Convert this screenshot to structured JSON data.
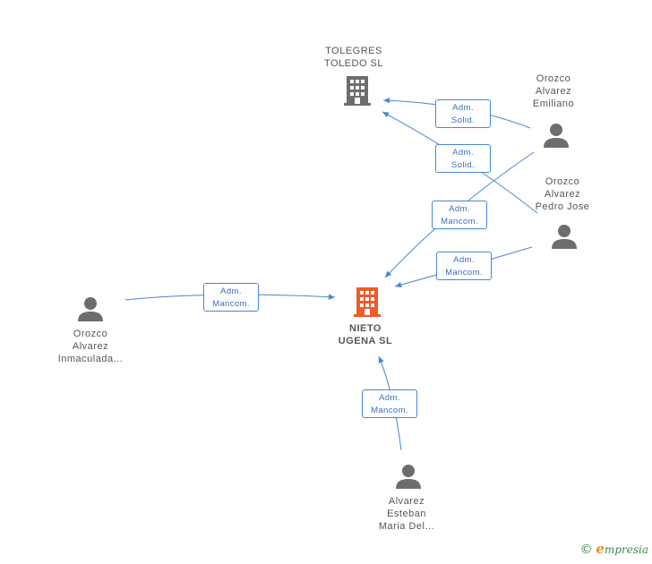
{
  "nodes": {
    "tolegres": {
      "lines": [
        "TOLEGRES",
        "TOLEDO SL"
      ]
    },
    "nieto": {
      "lines": [
        "NIETO",
        "UGENA SL"
      ]
    },
    "emiliano": {
      "lines": [
        "Orozco",
        "Alvarez",
        "Emiliano"
      ]
    },
    "pedro": {
      "lines": [
        "Orozco",
        "Alvarez",
        "Pedro Jose"
      ]
    },
    "inmaculada": {
      "lines": [
        "Orozco",
        "Alvarez",
        "Inmaculada..."
      ]
    },
    "esteban": {
      "lines": [
        "Alvarez",
        "Esteban",
        "Maria Del..."
      ]
    }
  },
  "edges": [
    {
      "id": "emiliano-tolegres",
      "lines": [
        "Adm.",
        "Solid."
      ]
    },
    {
      "id": "pedro-tolegres",
      "lines": [
        "Adm.",
        "Solid."
      ]
    },
    {
      "id": "emiliano-nieto",
      "lines": [
        "Adm.",
        "Mancom."
      ]
    },
    {
      "id": "pedro-nieto",
      "lines": [
        "Adm.",
        "Mancom."
      ]
    },
    {
      "id": "inmaculada-nieto",
      "lines": [
        "Adm.",
        "Mancom."
      ]
    },
    {
      "id": "esteban-nieto",
      "lines": [
        "Adm.",
        "Mancom."
      ]
    }
  ],
  "colors": {
    "edge": "#4a86d4",
    "company_main": "#f05a28",
    "company_other": "#6d6d6d",
    "person": "#6d6d6d"
  },
  "footer": {
    "copyright": "©",
    "brand_initial": "e",
    "brand_rest": "mpresia"
  }
}
